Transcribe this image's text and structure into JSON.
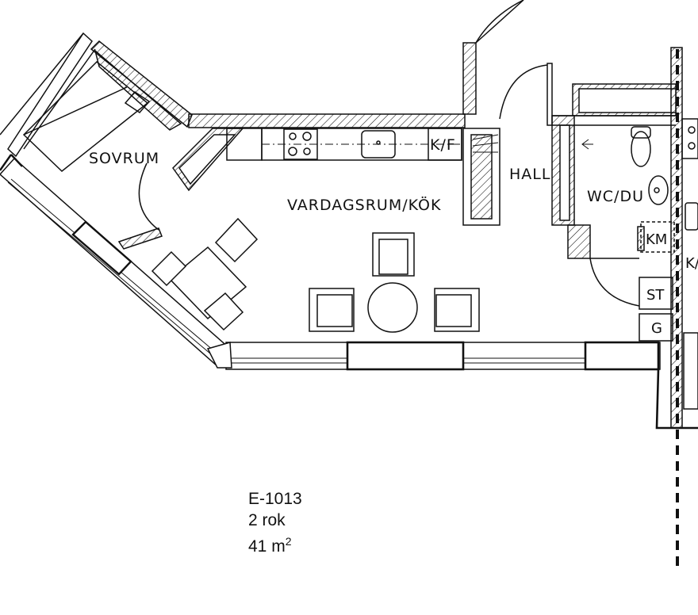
{
  "rooms": {
    "sovrum": "SOVRUM",
    "vardagsrum": "VARDAGSRUM/KÖK",
    "hall": "HALL",
    "wc": "WC/DU",
    "kf": "K/F",
    "km": "KM",
    "st": "ST",
    "g": "G",
    "ka": "K/"
  },
  "apartment": {
    "id": "E-1013",
    "type": "2 rok",
    "area_value": "41 m",
    "area_exp": "2"
  },
  "colors": {
    "line": "#111111",
    "background": "#ffffff"
  }
}
